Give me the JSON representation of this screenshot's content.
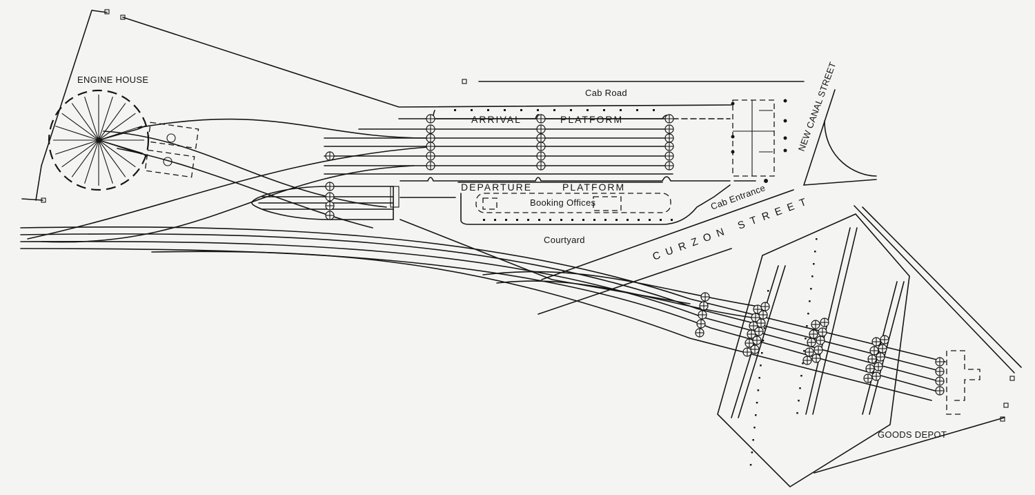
{
  "labels": {
    "engine_house": "ENGINE HOUSE",
    "cab_road": "Cab Road",
    "arrival": "ARRIVAL",
    "arrival_platform": "PLATFORM",
    "departure": "DEPARTURE",
    "departure_platform": "PLATFORM",
    "booking_offices": "Booking Offices",
    "cab_entrance": "Cab Entrance",
    "courtyard": "Courtyard",
    "curzon_street": "CURZON STREET",
    "new_canal_street": "NEW CANAL STREET",
    "goods_depot": "GOODS DEPOT"
  }
}
